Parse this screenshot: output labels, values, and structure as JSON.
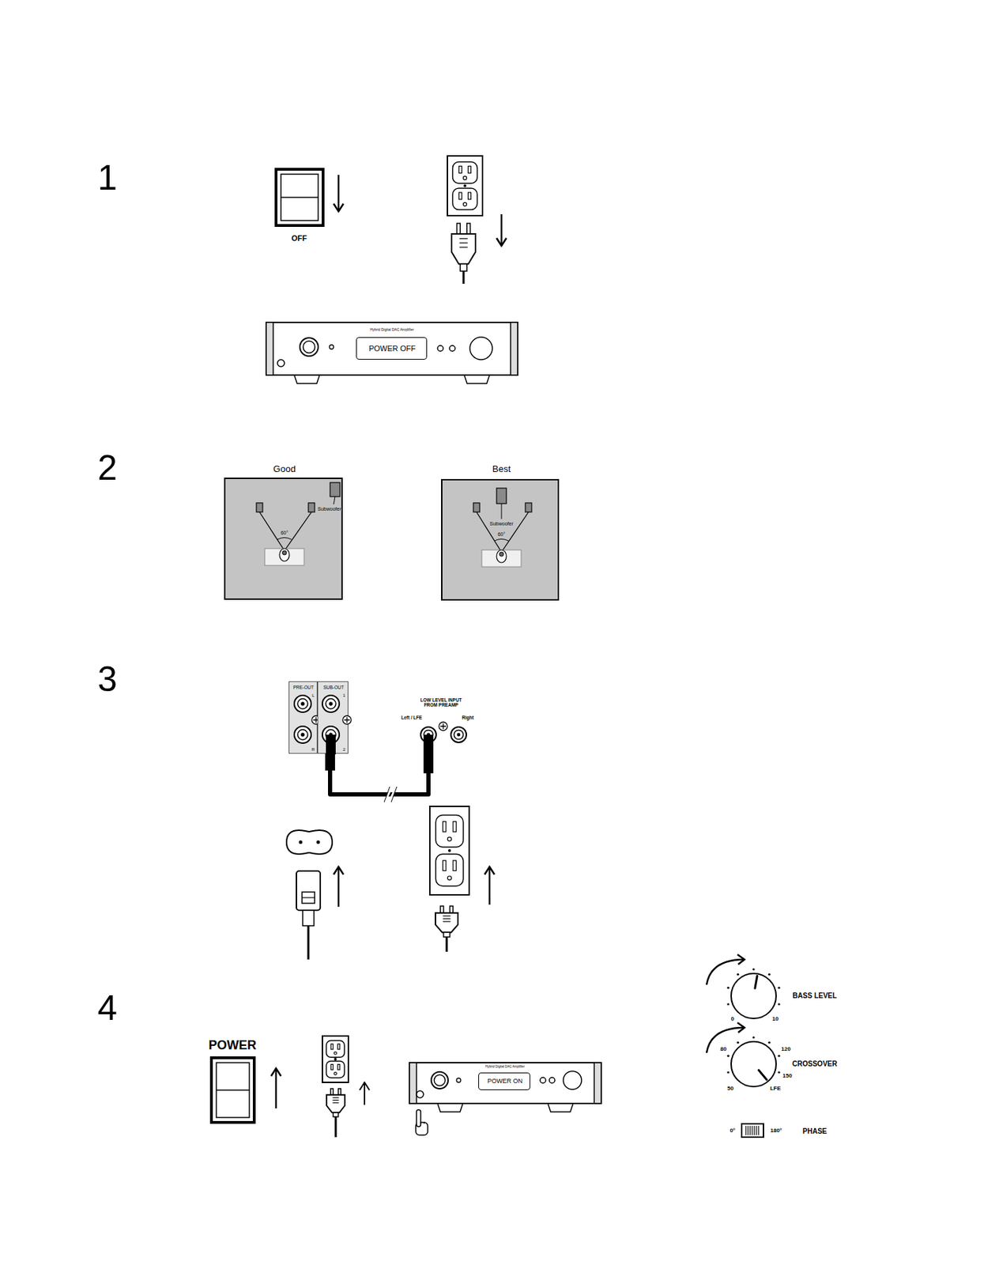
{
  "diagram": {
    "nodes": [
      {
        "text": [
          "POWER OFF"
        ]
      },
      {
        "text": [
          "Good",
          "Subwoofer",
          "60°"
        ]
      },
      {
        "text": [
          "Best",
          "Subwoofer",
          "60°"
        ]
      },
      {
        "text": [
          "PRE-OUT",
          "L",
          "R"
        ]
      },
      {
        "text": [
          "SUB-OUT",
          "1",
          "2"
        ]
      },
      {
        "text": [
          "LOW LEVEL INPUT FROM PREAMP",
          "Left / LFE",
          "Right"
        ]
      },
      {
        "text": [
          "POWER ON"
        ]
      }
    ],
    "edges": [
      {
        "from": 4,
        "to": 5,
        "arrow": "none"
      }
    ],
    "labels": [
      "1",
      "2",
      "3",
      "4",
      "OFF",
      "Hybrid Digital DAC Amplifier",
      "POWER",
      "Hybrid Digital DAC Amplifier",
      "BASS LEVEL",
      "0",
      "10",
      "CROSSOVER",
      "80",
      "120",
      "150",
      "50",
      "LFE",
      "0°",
      "180°",
      "PHASE"
    ]
  }
}
